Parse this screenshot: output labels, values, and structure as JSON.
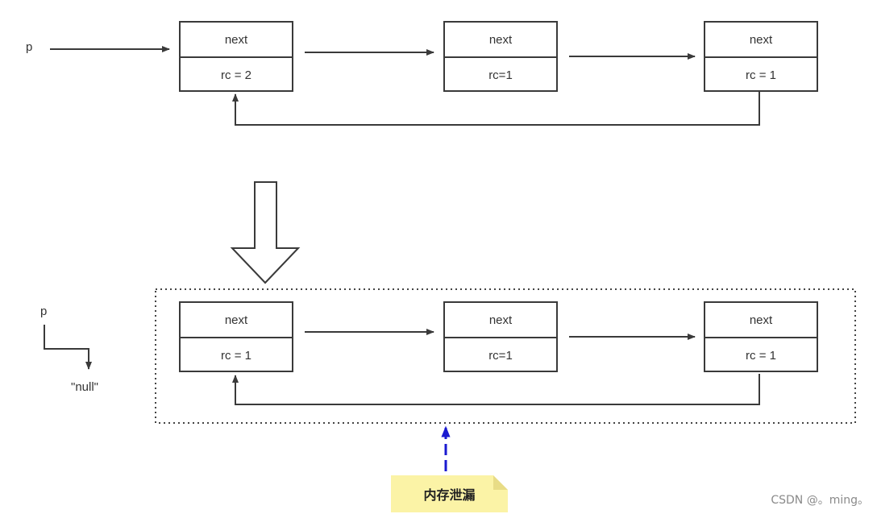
{
  "top_diagram": {
    "pointer_label": "p",
    "nodes": [
      {
        "next_label": "next",
        "rc_label": "rc = 2"
      },
      {
        "next_label": "next",
        "rc_label": "rc=1"
      },
      {
        "next_label": "next",
        "rc_label": "rc = 1"
      }
    ]
  },
  "bottom_diagram": {
    "pointer_label": "p",
    "null_label": "\"null\"",
    "nodes": [
      {
        "next_label": "next",
        "rc_label": "rc = 1"
      },
      {
        "next_label": "next",
        "rc_label": "rc=1"
      },
      {
        "next_label": "next",
        "rc_label": "rc = 1"
      }
    ]
  },
  "note": {
    "text": "内存泄漏",
    "color": "#fbf3a6"
  },
  "colors": {
    "stroke": "#3a3a3a",
    "leak_arrow": "#1a1ad0"
  },
  "watermark": "CSDN @。ming。"
}
